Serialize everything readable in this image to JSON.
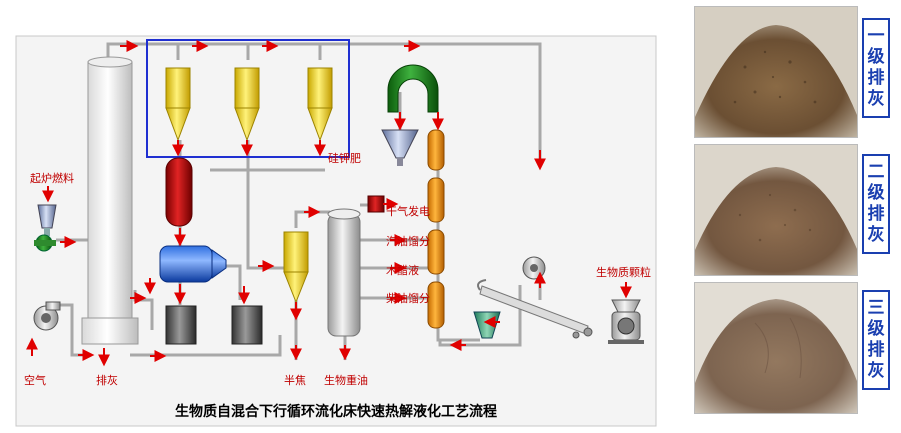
{
  "diagram": {
    "caption": "生物质自混合下行循环流化床快速热解液化工艺流程",
    "labels": {
      "startup_fuel": "起炉燃料",
      "air": "空气",
      "ash_out": "排灰",
      "silicon_fertilizer": "硅钾肥",
      "dry_gas_power": "干气发电",
      "gasoline_fraction": "汽油馏分",
      "wood_vinegar": "木醋液",
      "diesel_fraction": "柴油馏分",
      "semi_coke": "半焦",
      "bio_heavy_oil": "生物重油",
      "biomass_pellets": "生物质颗粒"
    }
  },
  "photos": [
    {
      "label_chars": [
        "一",
        "级",
        "排",
        "灰"
      ]
    },
    {
      "label_chars": [
        "二",
        "级",
        "排",
        "灰"
      ]
    },
    {
      "label_chars": [
        "三",
        "级",
        "排",
        "灰"
      ]
    }
  ]
}
